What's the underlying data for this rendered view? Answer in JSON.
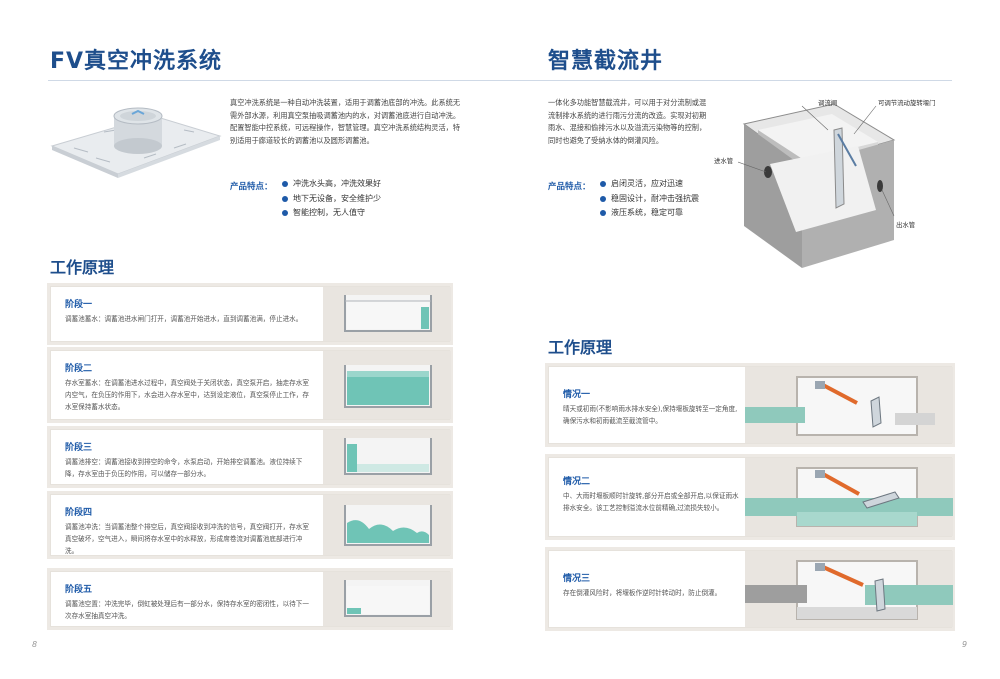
{
  "left": {
    "title": "FV真空冲洗系统",
    "intro": "真空冲洗系统是一种自动冲洗装置，适用于调蓄池底部的冲洗。此系统无需外部水源，利用真空泵抽吸调蓄池内的水，对调蓄池底进行自动冲洗。配置智能中控系统，可远程操作，智慧管理。真空冲洗系统结构灵活，特别适用于廊道较长的调蓄池以及圆形调蓄池。",
    "features_label": "产品特点：",
    "features": [
      "冲洗水头高，冲洗效果好",
      "地下无设备，安全维护少",
      "智能控制，无人值守"
    ],
    "section_title": "工作原理",
    "stages": [
      {
        "title": "阶段一",
        "desc": "调蓄池蓄水：调蓄池进水闸门打开，调蓄池开始进水，直到调蓄池满，停止进水。"
      },
      {
        "title": "阶段二",
        "desc": "存水室蓄水：在调蓄池进水过程中，真空阀处于关闭状态，真空泵开启，抽走存水室内空气，在负压的作用下，水会进入存水室中，达到设定液位，真空泵停止工作，存水室保持蓄水状态。"
      },
      {
        "title": "阶段三",
        "desc": "调蓄池排空：调蓄池接收到排空的命令，水泵启动，开始排空调蓄池。液位持续下降，存水室由于负压的作用，可以储存一部分水。"
      },
      {
        "title": "阶段四",
        "desc": "调蓄池冲洗：当调蓄池整个排空后，真空阀接收到冲洗的信号，真空阀打开，存水室真空破坏，空气进入，瞬间将存水室中的水释放，形成席卷流对调蓄池底部进行冲洗。"
      },
      {
        "title": "阶段五",
        "desc": "调蓄池空置：冲洗完毕，倒虹被处理后有一部分水，保持存水室的密闭性，以待下一次存水室抽真空冲洗。"
      }
    ],
    "page_number": "8"
  },
  "right": {
    "title": "智慧截流井",
    "intro": "一体化多功能智慧截流井，可以用于对分流制或混流制排水系统的进行雨污分流的改造。实现对初期雨水、混接和偷排污水以及溢流污染物等的控制，同时也避免了受纳水体的倒灌风险。",
    "features_label": "产品特点：",
    "features": [
      "启闭灵活，应对迅速",
      "稳固设计，耐冲击强抗震",
      "液压系统，稳定可靠"
    ],
    "callouts": {
      "weir_gate": "调流闸",
      "adjustable_gate": "可调节流动旋转堰门",
      "inlet_pipe": "进水管",
      "outlet_pipe": "出水管"
    },
    "section_title": "工作原理",
    "cases": [
      {
        "title": "情况一",
        "desc": "晴天或初雨(不影响雨水排水安全),保持堰板旋转至一定角度,确保污水和初雨截流至截流管中。"
      },
      {
        "title": "情况二",
        "desc": "中、大雨时堰板顺时针旋转,部分开启或全部开启,以保证雨水排水安全。该工艺控制溢流水位前精确,过流损失较小。"
      },
      {
        "title": "情况三",
        "desc": "存在倒灌风险时，将堰板作逆时针转动时，防止倒灌。"
      }
    ],
    "page_number": "9"
  },
  "colors": {
    "accent": "#1e5aa8",
    "title": "#1e4e8c",
    "water": "#6fc4b6",
    "card_bg": "#ede9e4",
    "orange": "#e06a2c"
  }
}
